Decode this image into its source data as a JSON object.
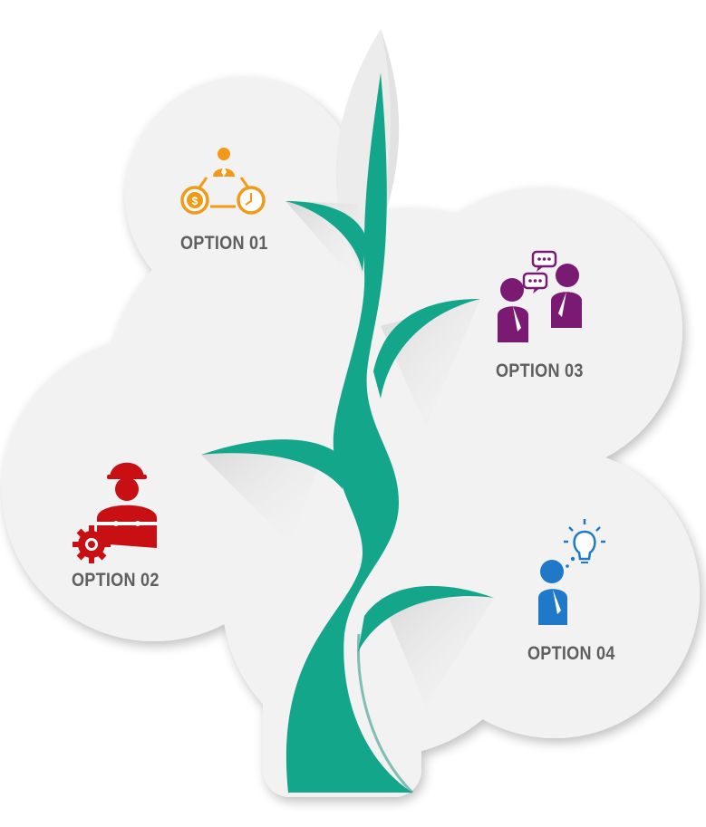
{
  "options": [
    {
      "label": "OPTION 01",
      "icon": "manager-money-time-icon",
      "color": "#f29a17"
    },
    {
      "label": "OPTION 02",
      "icon": "engineer-gear-icon",
      "color": "#c81014"
    },
    {
      "label": "OPTION 03",
      "icon": "two-people-talking-icon",
      "color": "#7a1a72"
    },
    {
      "label": "OPTION 04",
      "icon": "person-idea-bulb-icon",
      "color": "#1f79c8"
    }
  ],
  "colors": {
    "cloud": "#f2f2f2",
    "cloud_edge": "#e6e6e6",
    "stem": "#13a68b",
    "stem_dark": "#0e8a73",
    "label": "#5f5f5f"
  }
}
